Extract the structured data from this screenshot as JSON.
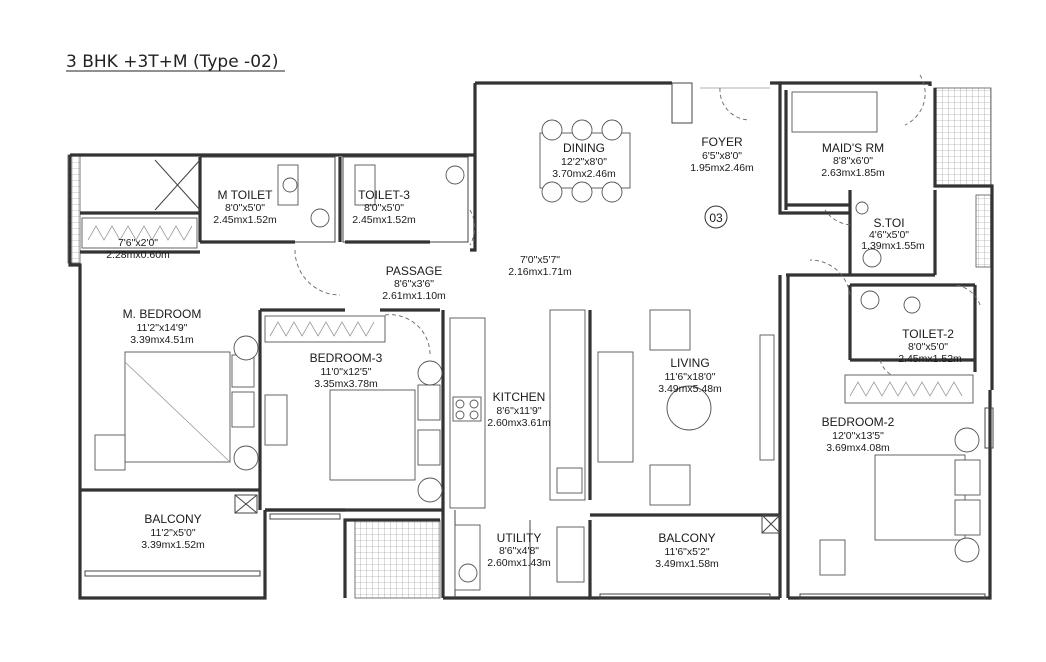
{
  "title": "3 BHK +3T+M (Type -02)",
  "unit_tag": "03",
  "rooms": {
    "dining": {
      "name": "DINING",
      "imperial": "12'2\"x8'0\"",
      "metric": "3.70mx2.46m"
    },
    "foyer": {
      "name": "FOYER",
      "imperial": "6'5\"x8'0\"",
      "metric": "1.95mx2.46m"
    },
    "maids": {
      "name": "MAID'S RM",
      "imperial": "8'8\"x6'0\"",
      "metric": "2.63mx1.85m"
    },
    "mtoilet": {
      "name": "M TOILET",
      "imperial": "8'0\"x5'0\"",
      "metric": "2.45mx1.52m"
    },
    "toilet3": {
      "name": "TOILET-3",
      "imperial": "8'0\"x5'0\"",
      "metric": "2.45mx1.52m"
    },
    "stoi": {
      "name": "S.TOI",
      "imperial": "4'6\"x5'0\"",
      "metric": "1.39mx1.55m"
    },
    "wardrobe": {
      "imperial": "7'6\"x2'0\"",
      "metric": "2.28mx0.60m"
    },
    "passage": {
      "name": "PASSAGE",
      "imperial": "8'6\"x3'6\"",
      "metric": "2.61mx1.10m"
    },
    "hall": {
      "imperial": "7'0\"x5'7\"",
      "metric": "2.16mx1.71m"
    },
    "toilet2": {
      "name": "TOILET-2",
      "imperial": "8'0\"x5'0\"",
      "metric": "2.45mx1.52m"
    },
    "mbed": {
      "name": "M. BEDROOM",
      "imperial": "11'2\"x14'9\"",
      "metric": "3.39mx4.51m"
    },
    "bed3": {
      "name": "BEDROOM-3",
      "imperial": "11'0\"x12'5\"",
      "metric": "3.35mx3.78m"
    },
    "living": {
      "name": "LIVING",
      "imperial": "11'6\"x18'0\"",
      "metric": "3.49mx5.48m"
    },
    "kitchen": {
      "name": "KITCHEN",
      "imperial": "8'6\"x11'9\"",
      "metric": "2.60mx3.61m"
    },
    "bed2": {
      "name": "BEDROOM-2",
      "imperial": "12'0\"x13'5\"",
      "metric": "3.69mx4.08m"
    },
    "balcony1": {
      "name": "BALCONY",
      "imperial": "11'2\"x5'0\"",
      "metric": "3.39mx1.52m"
    },
    "utility": {
      "name": "UTILITY",
      "imperial": "8'6\"x4'8\"",
      "metric": "2.60mx1.43m"
    },
    "balcony2": {
      "name": "BALCONY",
      "imperial": "11'6\"x5'2\"",
      "metric": "3.49mx1.58m"
    }
  }
}
